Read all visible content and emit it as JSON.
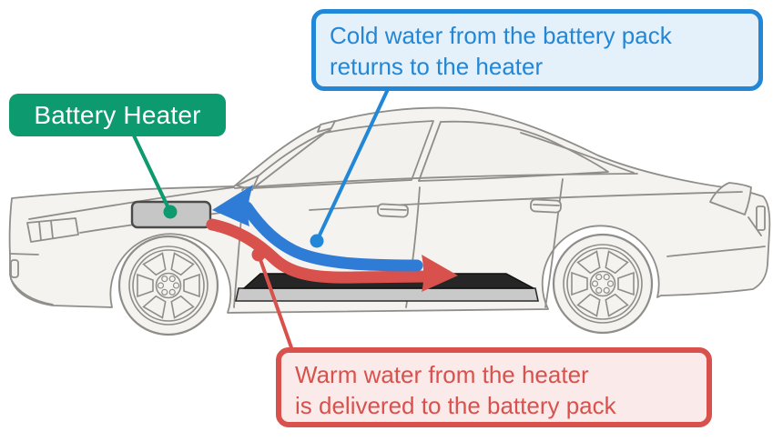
{
  "diagram": {
    "type": "vehicle-battery-heating-schematic",
    "labels": {
      "battery_heater": "Battery Heater"
    },
    "callouts": {
      "cold": {
        "lines": [
          "Cold water from the battery pack",
          "returns to the heater"
        ]
      },
      "warm": {
        "lines": [
          "Warm water from the heater",
          "is delivered to the battery pack"
        ]
      }
    },
    "colors": {
      "green": "#0d9a6f",
      "blue": "#2287d6",
      "blue_box_fill": "#e4f0fa",
      "red": "#d8514c",
      "red_box_fill": "#fbeaea",
      "pipe_blue": "#2e7cd6",
      "pipe_red": "#d8514c",
      "car_body": "#f5f3ef",
      "car_outline": "#908e8a",
      "heater_fill": "#c6c6c6",
      "battery_black": "#262626",
      "battery_base_gray": "#c9c9c9",
      "label_text_white": "#ffffff"
    }
  }
}
